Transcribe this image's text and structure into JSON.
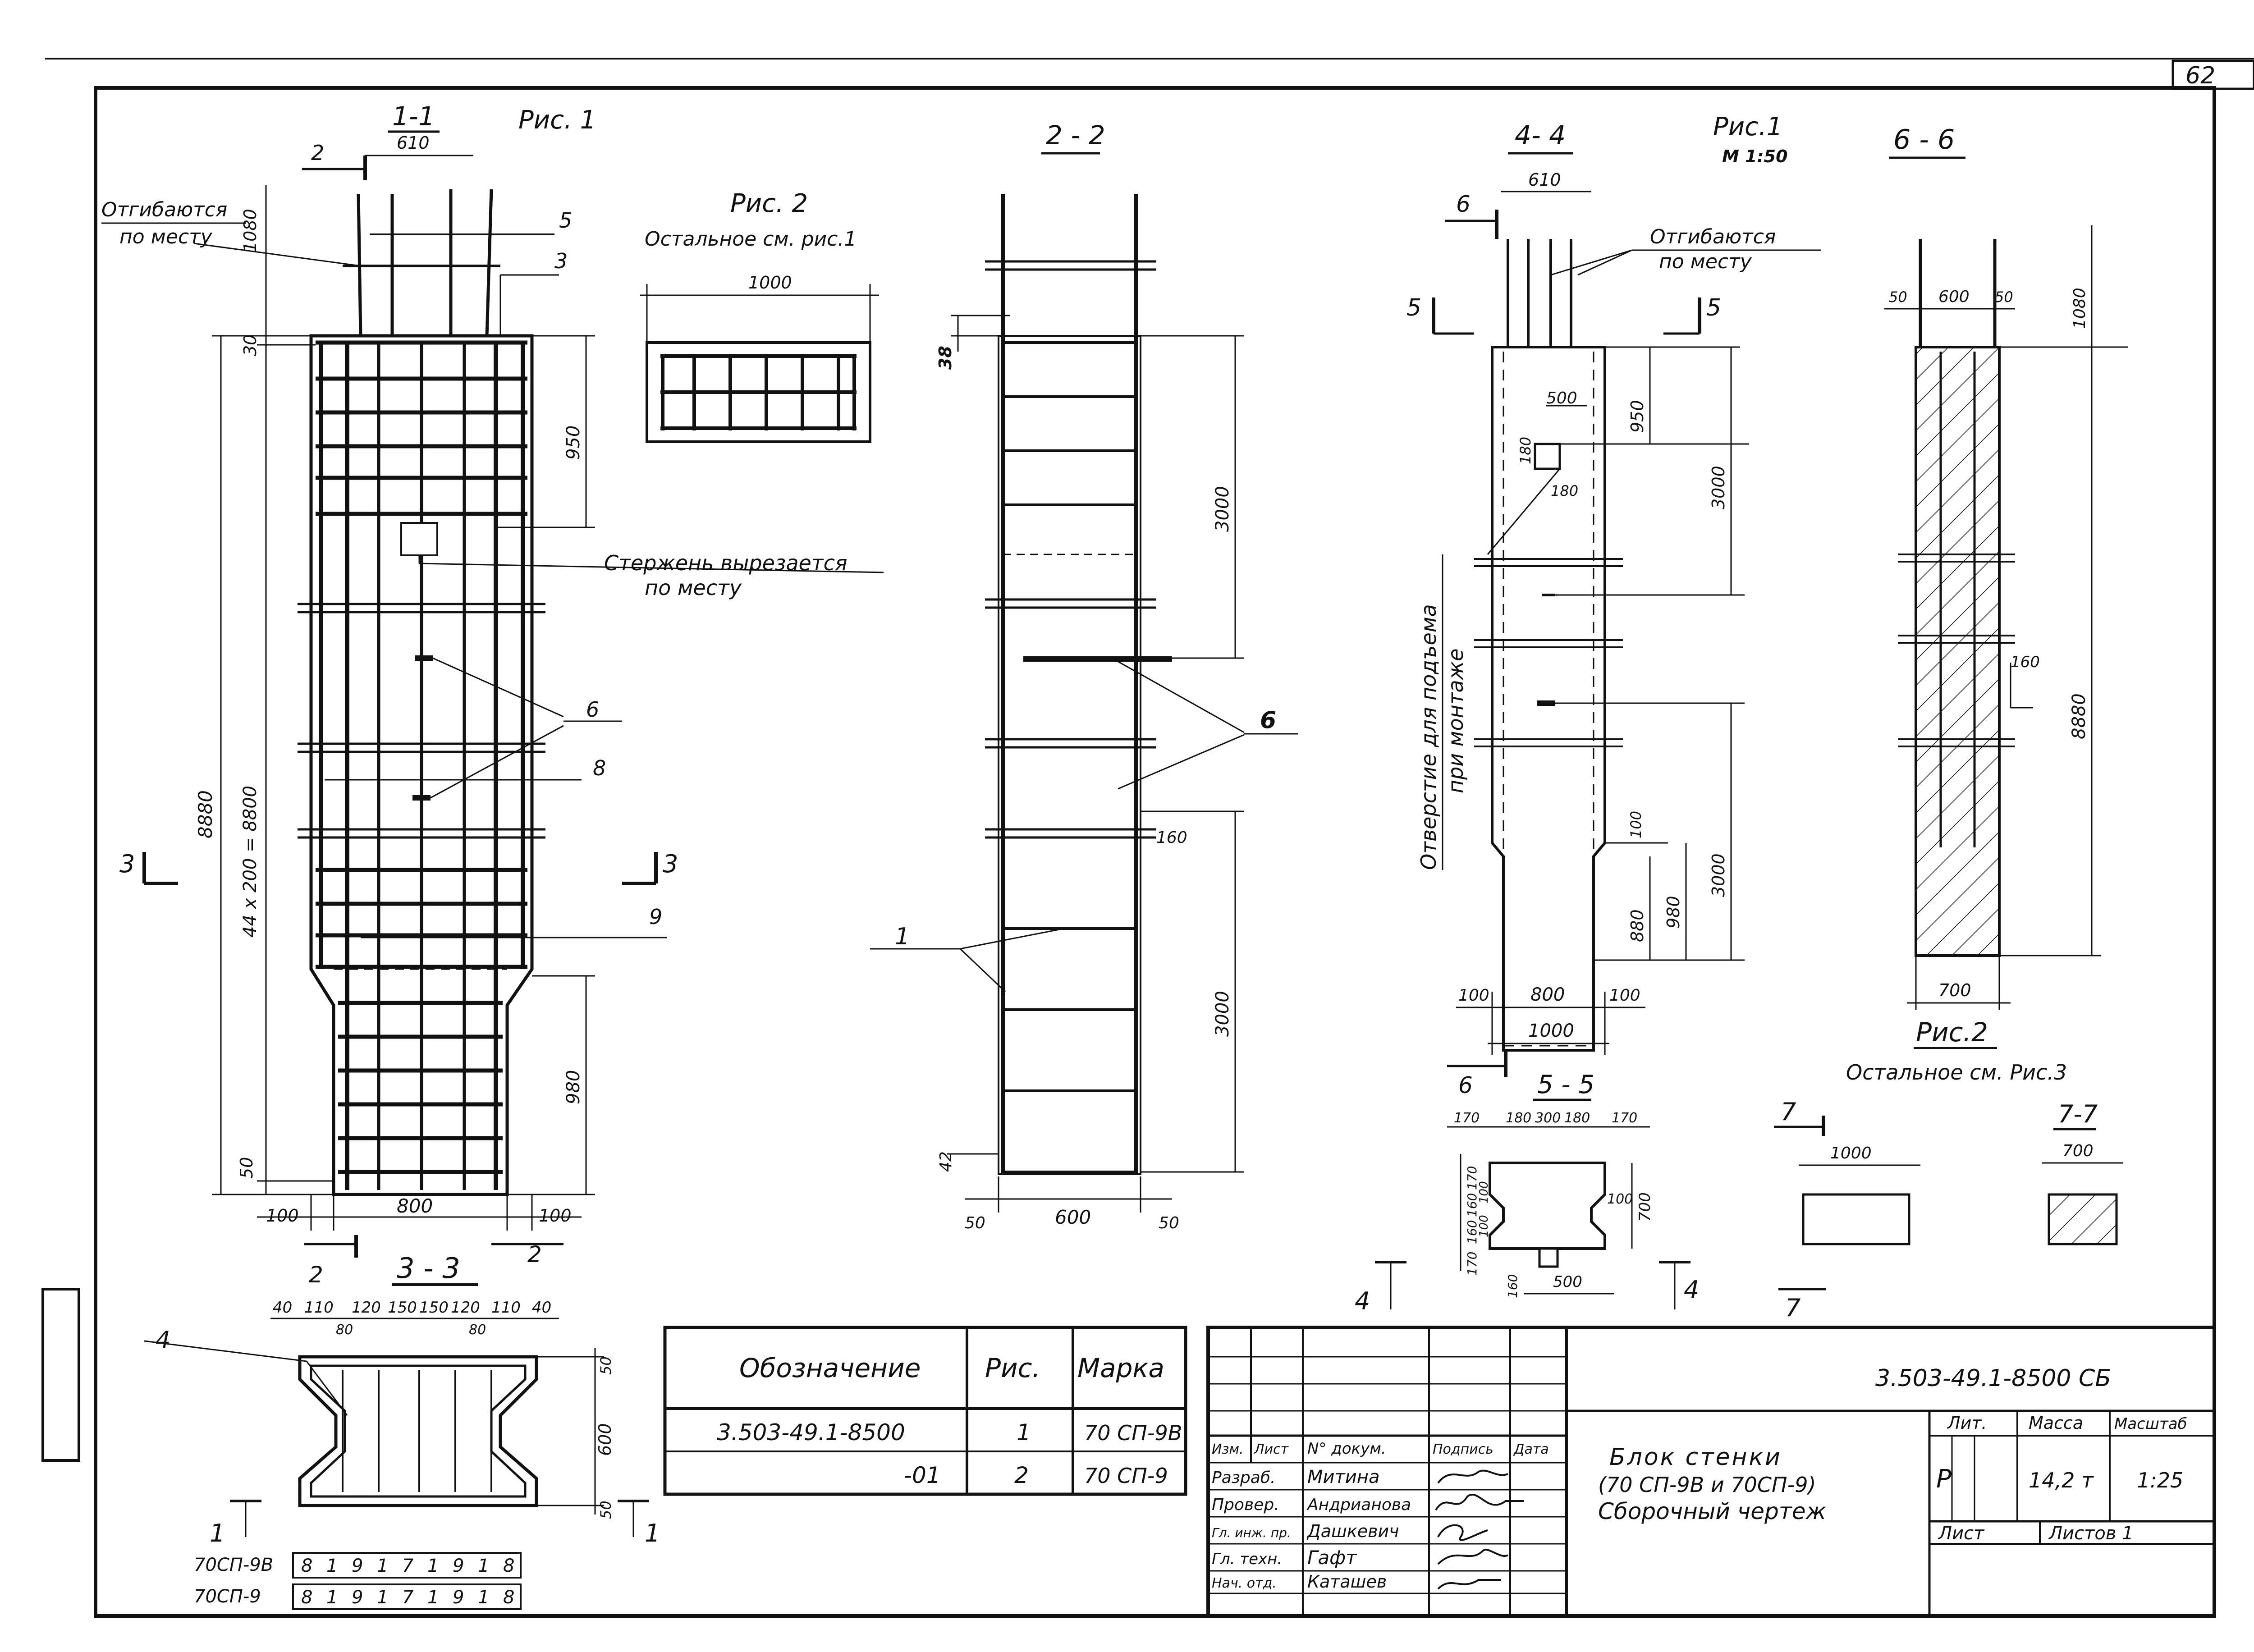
{
  "sheet": {
    "number": "62"
  },
  "fig1": {
    "section_11": "1-1",
    "pic": "Рис. 1",
    "dim_top": "610",
    "bend_note_1": "Отгибаются",
    "bend_note_2": "по месту",
    "cut_note_1": "Стержень вырезается",
    "cut_note_2": "по месту",
    "dim_1080": "1080",
    "dim_30": "30",
    "dim_950": "950",
    "dim_8880": "8880",
    "dim_44x200": "44 x 200 = 8800",
    "dim_980": "980",
    "dim_50": "50",
    "dim_100a": "100",
    "dim_800": "800",
    "dim_100b": "100",
    "pos_2": "2",
    "pos_5": "5",
    "pos_3": "3",
    "pos_6": "6",
    "pos_8": "8",
    "pos_9": "9",
    "cut3_left": "3",
    "cut3_right": "3",
    "cut2_bottom": "2",
    "cut2_right": "2"
  },
  "fig2_top": {
    "pic": "Рис. 2",
    "note": "Остальное см. рис.1",
    "dim": "1000"
  },
  "section_22": {
    "title": "2 - 2",
    "dim_38": "38",
    "dim_3000a": "3000",
    "dim_3000b": "3000",
    "dim_160": "160",
    "dim_42": "42",
    "dim_50a": "50",
    "dim_600": "600",
    "dim_50b": "50",
    "pos_6": "6",
    "pos_1": "1"
  },
  "section_44": {
    "title": "4- 4",
    "pic": "Рис.1",
    "scale": "М 1:50",
    "dim_610": "610",
    "pos_6": "6",
    "cut5_left": "5",
    "cut5_right": "5",
    "bend_note_1": "Отгибаются",
    "bend_note_2": "по месту",
    "dim_500": "500",
    "dim_180a": "180",
    "dim_180b": "180",
    "dim_950": "950",
    "dim_3000a": "3000",
    "dim_3000b": "3000",
    "dim_100": "100",
    "dim_880": "880",
    "dim_980": "980",
    "dim_100a": "100",
    "dim_800": "800",
    "dim_100b": "100",
    "dim_1000": "1000",
    "hole_note_1": "Отверстие для подъема",
    "hole_note_2": "при монтаже",
    "cut6_bottom": "6"
  },
  "section_66": {
    "title": "6 - 6",
    "dim_50a": "50",
    "dim_600": "600",
    "dim_50b": "50",
    "dim_1080": "1080",
    "dim_160": "160",
    "dim_8880": "8880",
    "dim_700": "700",
    "pic": "Рис.2",
    "note": "Остальное см. Рис.3"
  },
  "section_55": {
    "title": "5 - 5",
    "dims_top": [
      "170",
      "180",
      "300",
      "180",
      "170"
    ],
    "dim_170a": "170",
    "dim_160a": "160",
    "dim_100a": "100",
    "dim_100b": "100",
    "dim_160b": "160",
    "dim_170b": "170",
    "dim_100c": "100",
    "dim_700": "700",
    "dim_160c": "160",
    "dim_500": "500",
    "cut4_left": "4",
    "cut4_right": "4"
  },
  "section_77": {
    "cut_top": "7",
    "cut_bottom": "7",
    "dim_1000": "1000",
    "title": "7-7",
    "dim_700": "700"
  },
  "section_33": {
    "title": "3 - 3",
    "dims_top": [
      "40",
      "110",
      "120",
      "150",
      "150",
      "120",
      "110",
      "40"
    ],
    "dim_80a": "80",
    "dim_80b": "80",
    "dim_50a": "50",
    "dim_600": "600",
    "dim_50b": "50",
    "pos_4": "4",
    "cut_left": "1",
    "cut_right": "1"
  },
  "codes": [
    {
      "label": "70СП-9В",
      "digits": [
        "8",
        "1",
        "9",
        "1",
        "7",
        "1",
        "9",
        "1",
        "8"
      ]
    },
    {
      "label": "70СП-9",
      "digits": [
        "8",
        "1",
        "9",
        "1",
        "7",
        "1",
        "9",
        "1",
        "8"
      ]
    }
  ],
  "spec_table": {
    "headers": [
      "Обозначение",
      "Рис.",
      "Марка"
    ],
    "rows": [
      [
        "3.503-49.1-8500",
        "1",
        "70 СП-9В"
      ],
      [
        "-01",
        "2",
        "70 СП-9"
      ]
    ]
  },
  "title_block": {
    "doc_code": "3.503-49.1-8500 СБ",
    "cols": [
      "Изм.",
      "Лист",
      "N° докум.",
      "Подпись",
      "Дата"
    ],
    "people": [
      {
        "role": "Разраб.",
        "name": "Митина"
      },
      {
        "role": "Провер.",
        "name": "Андрианова"
      },
      {
        "role": "Гл. инж. пр.",
        "name": "Дашкевич"
      },
      {
        "role": "Гл. техн.",
        "name": "Гафт"
      },
      {
        "role": "Нач. отд.",
        "name": "Каташев"
      }
    ],
    "product_1": "Блок стенки",
    "product_2": "(70 СП-9В и 70СП-9)",
    "product_3": "Сборочный чертеж",
    "lit_label": "Лит.",
    "mass_label": "Масса",
    "scale_label": "Масштаб",
    "lit_value": "Р",
    "mass_value": "14,2 т",
    "scale_value": "1:25",
    "sheet_label": "Лист",
    "sheets_label": "Листов 1"
  },
  "colors": {
    "ink": "#111111",
    "paper": "#ffffff"
  }
}
